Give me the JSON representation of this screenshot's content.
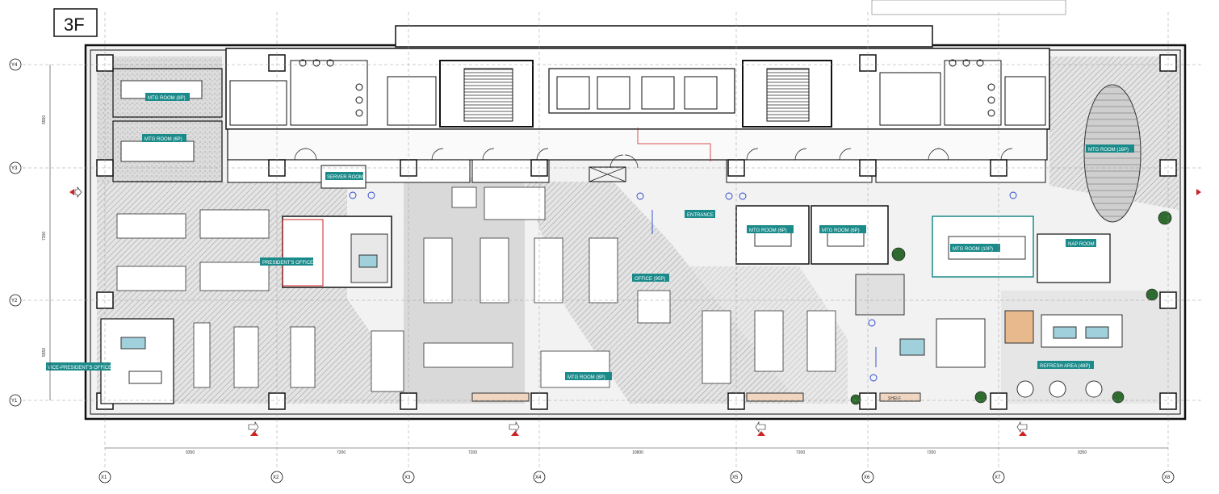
{
  "floor": "3F",
  "grid": {
    "columns": [
      "X1",
      "X2",
      "X3",
      "X4",
      "X5",
      "X6",
      "X7",
      "X8"
    ],
    "rows": [
      "Y4",
      "Y3",
      "Y2",
      "Y1"
    ],
    "column_spans": [
      "9350",
      "7200",
      "7200",
      "10800",
      "7200",
      "7200",
      "9350"
    ],
    "row_spans": [
      "5550",
      "7200",
      "5550"
    ]
  },
  "rooms": {
    "mtg_6p_top": "MTG ROOM (8P)",
    "mtg_6p_mid": "MTG ROOM (6P)",
    "server": "SERVER ROOM",
    "president": "PRESIDENT'S OFFICE",
    "vice_president": "VICE-PRESIDENT'S OFFICE",
    "entrance": "ENTRANCE",
    "office": "OFFICE (95P)",
    "mtg_8p_bottom": "MTG ROOM (8P)",
    "mtg_6p_a": "MTG ROOM (6P)",
    "mtg_6p_b": "MTG ROOM (6P)",
    "mtg_10p": "MTG ROOM (10P)",
    "nap": "NAP ROOM",
    "mtg_16p": "MTG ROOM (16P)",
    "refresh": "REFRESH AREA (48P)"
  },
  "labels": {
    "shelf": "SHELF"
  },
  "colors": {
    "label_bg": "#1a8a8a",
    "hatch": "#9a9a9a",
    "wall": "#111111",
    "accent_red": "#cc2222",
    "accent_blue": "#2244cc"
  }
}
